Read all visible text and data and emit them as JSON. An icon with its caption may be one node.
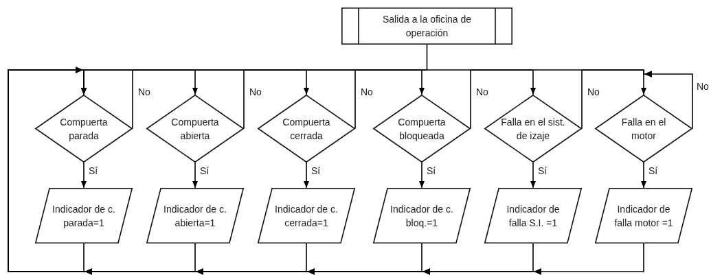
{
  "diagram": {
    "nodes": [
      {
        "text": [
          "Salida a la oficina de operación"
        ]
      },
      {
        "text": [
          "Compuerta parada"
        ]
      },
      {
        "text": [
          "Compuerta abierta"
        ]
      },
      {
        "text": [
          "Compuerta cerrada"
        ]
      },
      {
        "text": [
          "Compuerta bloqueada"
        ]
      },
      {
        "text": [
          "Falla en el sist. de izaje"
        ]
      },
      {
        "text": [
          "Falla en el motor"
        ]
      },
      {
        "text": [
          "Indicador de c. parada=1"
        ]
      },
      {
        "text": [
          "Indicador de c. abierta=1"
        ]
      },
      {
        "text": [
          "Indicador de c. cerrada=1"
        ]
      },
      {
        "text": [
          "Indicador de c. bloq.=1"
        ]
      },
      {
        "text": [
          "Indicador de falla S.I. =1"
        ]
      },
      {
        "text": [
          "Indicador de falla motor =1"
        ]
      }
    ],
    "edges": [
      {
        "from": 0,
        "to": 1,
        "arrow": "to"
      },
      {
        "from": 1,
        "to": 2,
        "label": "No",
        "arrow": "to"
      },
      {
        "from": 2,
        "to": 3,
        "label": "No",
        "arrow": "to"
      },
      {
        "from": 3,
        "to": 4,
        "label": "No",
        "arrow": "to"
      },
      {
        "from": 4,
        "to": 5,
        "label": "No",
        "arrow": "to"
      },
      {
        "from": 5,
        "to": 6,
        "label": "No",
        "arrow": "to"
      },
      {
        "from": 6,
        "to": 1,
        "label": "No",
        "arrow": "to"
      },
      {
        "from": 1,
        "to": 7,
        "label": "Sí",
        "arrow": "to"
      },
      {
        "from": 2,
        "to": 8,
        "label": "Sí",
        "arrow": "to"
      },
      {
        "from": 3,
        "to": 9,
        "label": "Sí",
        "arrow": "to"
      },
      {
        "from": 4,
        "to": 10,
        "label": "Sí",
        "arrow": "to"
      },
      {
        "from": 5,
        "to": 11,
        "label": "Sí",
        "arrow": "to"
      },
      {
        "from": 6,
        "to": 12,
        "label": "Sí",
        "arrow": "to"
      },
      {
        "from": 7,
        "to": 1,
        "arrow": "to"
      },
      {
        "from": 8,
        "to": 1,
        "arrow": "to"
      },
      {
        "from": 9,
        "to": 1,
        "arrow": "to"
      },
      {
        "from": 10,
        "to": 1,
        "arrow": "to"
      },
      {
        "from": 11,
        "to": 1,
        "arrow": "to"
      },
      {
        "from": 12,
        "to": 1,
        "arrow": "to"
      }
    ]
  }
}
